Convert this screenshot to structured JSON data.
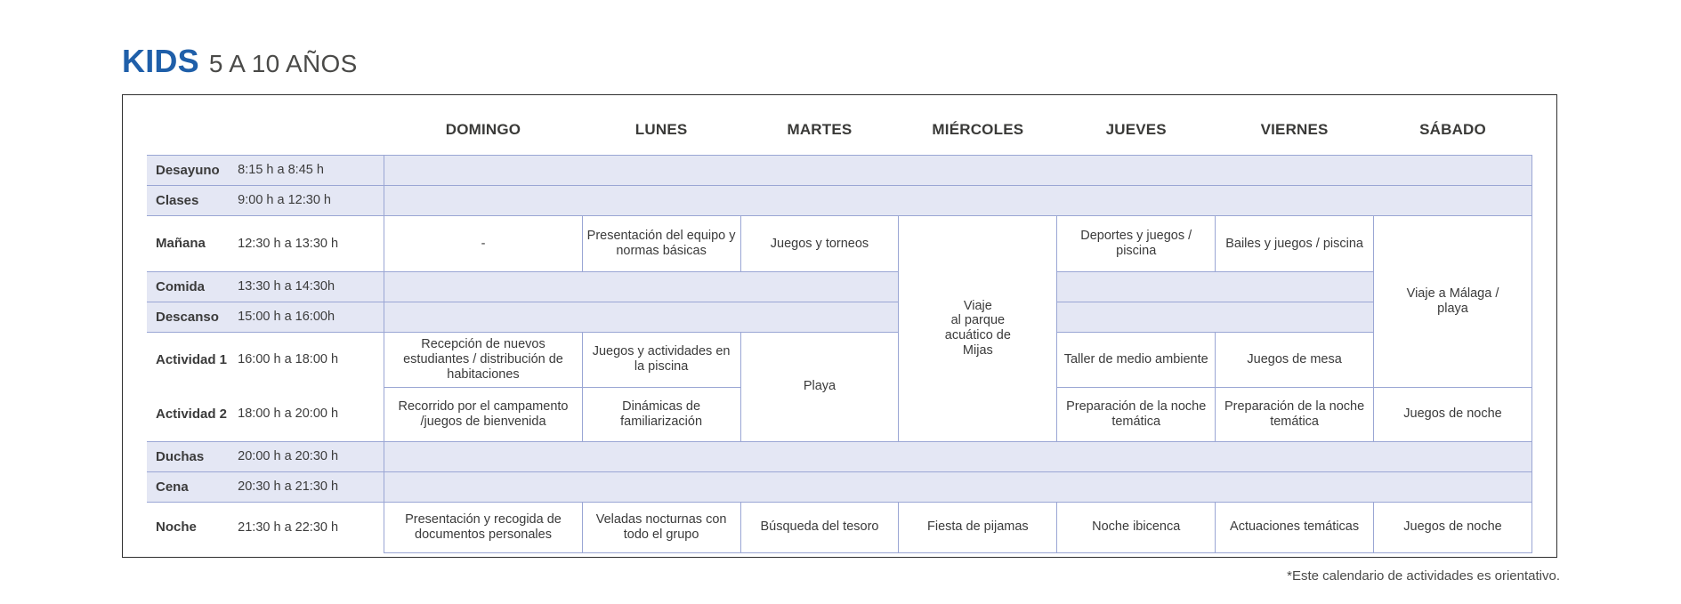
{
  "header": {
    "title_main": "KIDS",
    "title_sub": "5 A 10 AÑOS",
    "title_color": "#1f5fa9"
  },
  "table": {
    "day_headers": [
      "DOMINGO",
      "LUNES",
      "MARTES",
      "MIÉRCOLES",
      "JUEVES",
      "VIERNES",
      "SÁBADO"
    ],
    "rows": [
      {
        "label": "Desayuno",
        "time": "8:15 h a 8:45 h",
        "shaded": true,
        "cells": []
      },
      {
        "label": "Clases",
        "time": "9:00 h a 12:30 h",
        "shaded": true,
        "cells": []
      },
      {
        "label": "Mañana",
        "time": "12:30 h a 13:30 h",
        "shaded": false,
        "cells": [
          "-",
          "Presentación del equipo y normas básicas",
          "Juegos y torneos",
          "Viaje\nal parque\nacuático de\nMijas",
          "Deportes y juegos / piscina",
          "Bailes y juegos / piscina",
          "Viaje a Málaga / playa"
        ]
      },
      {
        "label": "Comida",
        "time": "13:30 h a 14:30h",
        "shaded": true,
        "cells": []
      },
      {
        "label": "Descanso",
        "time": "15:00 h a 16:00h",
        "shaded": true,
        "cells": []
      },
      {
        "label": "Actividad 1",
        "time": "16:00 h a 18:00 h",
        "shaded": false,
        "cells": [
          "Recepción de nuevos estudiantes / distribución de habitaciones",
          "Juegos y actividades en la piscina",
          "Playa",
          "",
          "Taller de medio ambiente",
          "Juegos de mesa",
          ""
        ]
      },
      {
        "label": "Actividad 2",
        "time": "18:00 h a 20:00 h",
        "shaded": false,
        "cells": [
          "Recorrido por el  campamento /juegos de bienvenida",
          "Dinámicas de familiarización",
          "",
          "",
          "Preparación de la noche temática",
          "Preparación de la noche temática",
          "Juegos de noche"
        ]
      },
      {
        "label": "Duchas",
        "time": "20:00 h a 20:30 h",
        "shaded": true,
        "cells": []
      },
      {
        "label": "Cena",
        "time": "20:30 h a 21:30 h",
        "shaded": true,
        "cells": []
      },
      {
        "label": "Noche",
        "time": "21:30 h a 22:30 h",
        "shaded": false,
        "cells": [
          "Presentación y recogida de documentos personales",
          "Veladas nocturnas con todo el grupo",
          "Búsqueda del tesoro",
          "Fiesta de pijamas",
          "Noche ibicenca",
          "Actuaciones temáticas",
          "Juegos de noche"
        ]
      }
    ],
    "merged": {
      "miercoles_trip": "Viaje\nal parque\nacuático de\nMijas",
      "sabado_trip": "Viaje a Málaga /\nplaya",
      "martes_playa": "Playa"
    },
    "colors": {
      "shaded_row": "#e4e7f4",
      "cell_border": "#9aa6d4",
      "frame_border": "#2f2f2f"
    }
  },
  "footnote": "*Este calendario de actividades es orientativo."
}
